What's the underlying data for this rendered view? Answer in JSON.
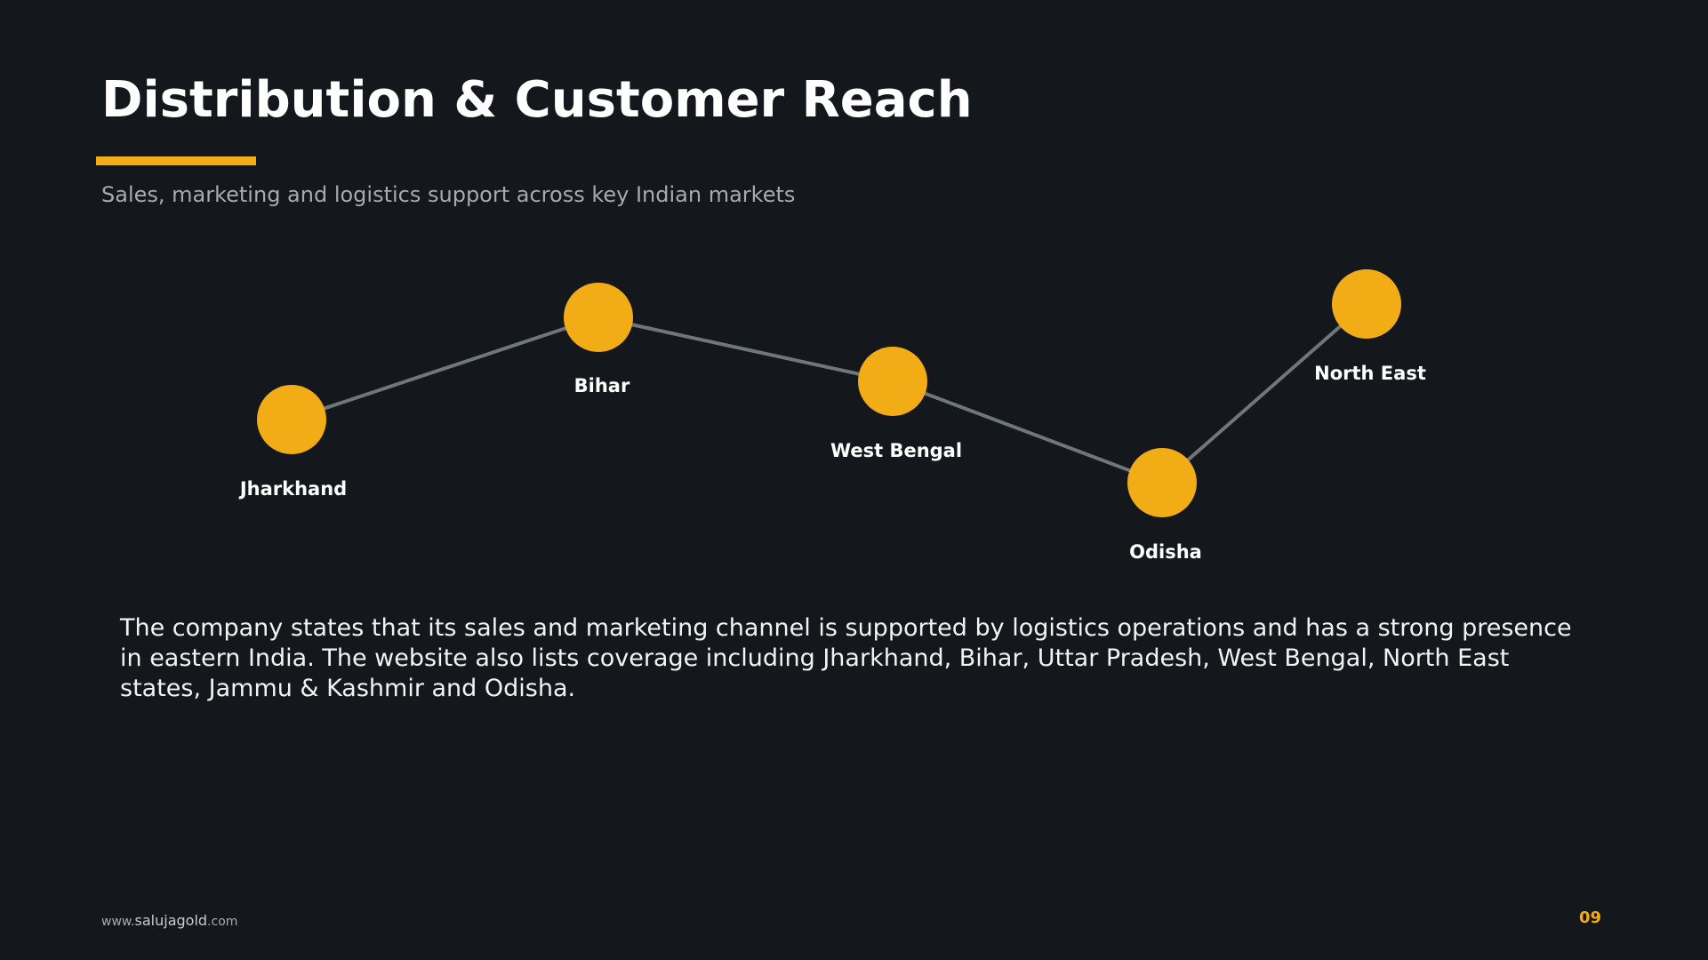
{
  "slide": {
    "title": "Distribution & Customer Reach",
    "subtitle": "Sales, marketing and logistics support across key Indian markets",
    "body": "The company states that its sales and marketing channel is supported by logistics operations and has a strong presence in eastern India. The website also lists coverage including Jharkhand, Bihar, Uttar Pradesh, West Bengal, North East states, Jammu & Kashmir and Odisha.",
    "page_number": "09"
  },
  "footer": {
    "prefix": "www.",
    "brand": "salujagold",
    "suffix": ".com"
  },
  "diagram": {
    "nodes": [
      {
        "label": "Jharkhand"
      },
      {
        "label": "Bihar"
      },
      {
        "label": "West Bengal"
      },
      {
        "label": "Odisha"
      },
      {
        "label": "North East"
      }
    ]
  },
  "colors": {
    "background": "#14171b",
    "accent": "#f2ad16",
    "connector": "#6f767c",
    "text": "#ffffff",
    "muted": "#a7aaae"
  }
}
